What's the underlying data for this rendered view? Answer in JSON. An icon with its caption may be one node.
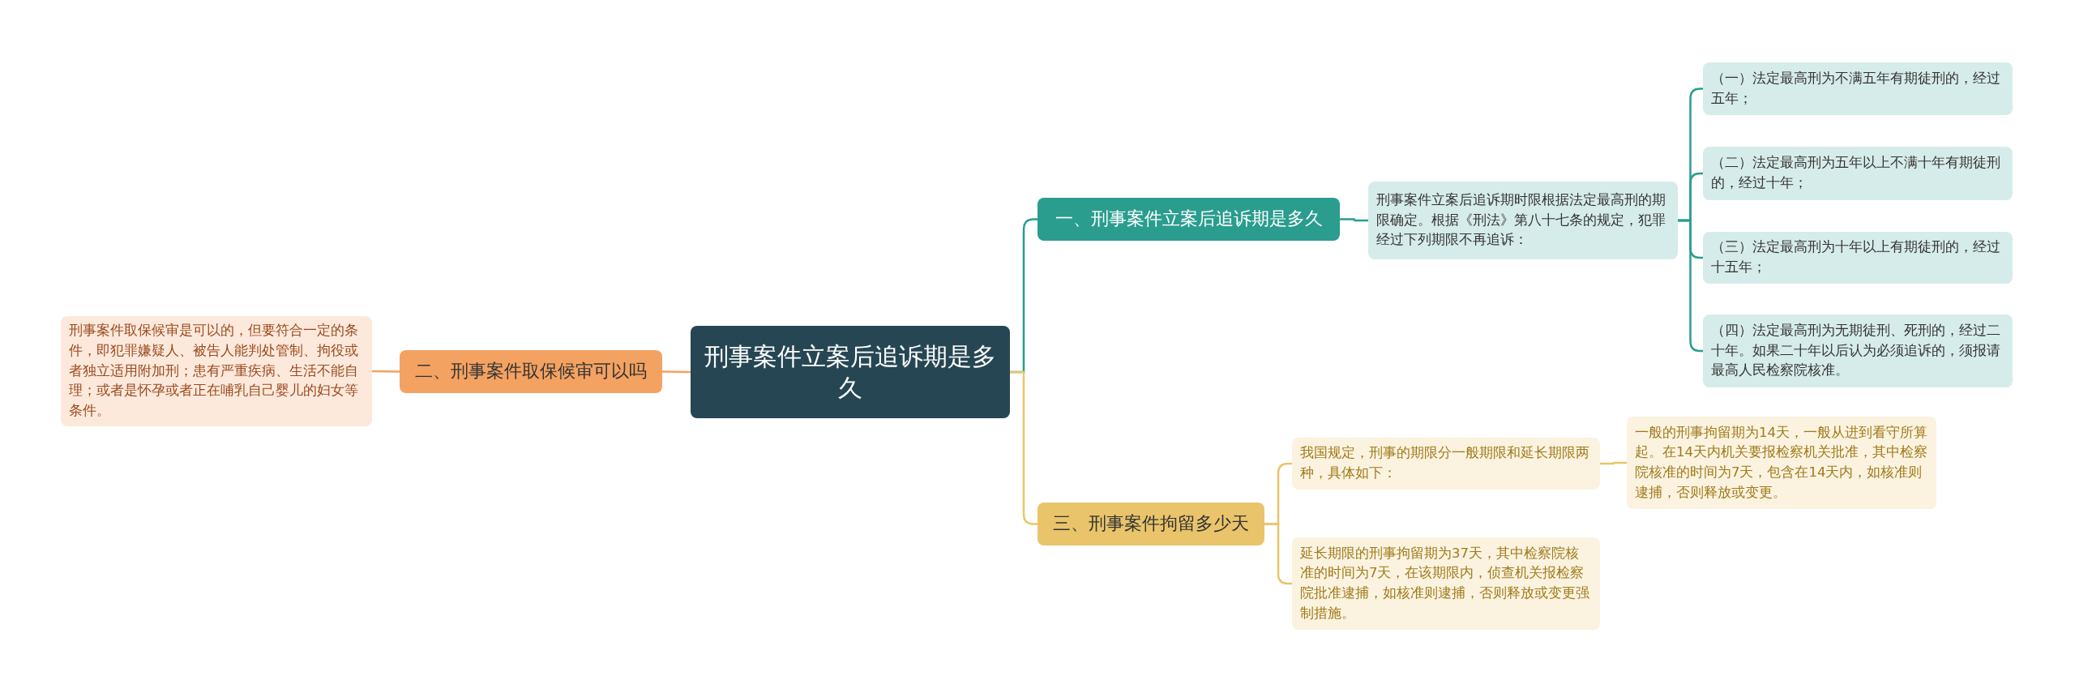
{
  "diagram": {
    "nodes": [
      {
        "text": [
          "刑事案件立案后追诉期是多久"
        ]
      },
      {
        "text": [
          "一、刑事案件立案后追诉期是多久"
        ]
      },
      {
        "text": [
          "刑事案件立案后追诉期时限根据法定最高刑的期限确定。根据《刑法》第八十七条的规定，犯罪经过下列期限不再追诉："
        ]
      },
      {
        "text": [
          "（一）法定最高刑为不满五年有期徒刑的，经过五年；"
        ]
      },
      {
        "text": [
          "（二）法定最高刑为五年以上不满十年有期徒刑的，经过十年；"
        ]
      },
      {
        "text": [
          "（三）法定最高刑为十年以上有期徒刑的，经过十五年；"
        ]
      },
      {
        "text": [
          "（四）法定最高刑为无期徒刑、死刑的，经过二十年。如果二十年以后认为必须追诉的，须报请最高人民检察院核准。"
        ]
      },
      {
        "text": [
          "二、刑事案件取保候审可以吗"
        ]
      },
      {
        "text": [
          "刑事案件取保候审是可以的，但要符合一定的条件，即犯罪嫌疑人、被告人能判处管制、拘役或者独立适用附加刑；患有严重疾病、生活不能自理；或者是怀孕或者正在哺乳自己婴儿的妇女等条件。"
        ]
      },
      {
        "text": [
          "三、刑事案件拘留多少天"
        ]
      },
      {
        "text": [
          "我国规定，刑事的期限分一般期限和延长期限两种，具体如下："
        ]
      },
      {
        "text": [
          "一般的刑事拘留期为14天，一般从进到看守所算起。在14天内机关要报检察机关批准，其中检察院核准的时间为7天，包含在14天内，如核准则逮捕，否则释放或变更。"
        ]
      },
      {
        "text": [
          "延长期限的刑事拘留期为37天，其中检察院核准的时间为7天，在该期限内，侦查机关报检察院批准逮捕，如核准则逮捕，否则释放或变更强制措施。"
        ]
      }
    ],
    "edges": [
      {
        "from": 0,
        "to": 1,
        "arrow": "none"
      },
      {
        "from": 1,
        "to": 2,
        "arrow": "none"
      },
      {
        "from": 2,
        "to": 3,
        "arrow": "none"
      },
      {
        "from": 2,
        "to": 4,
        "arrow": "none"
      },
      {
        "from": 2,
        "to": 5,
        "arrow": "none"
      },
      {
        "from": 2,
        "to": 6,
        "arrow": "none"
      },
      {
        "from": 0,
        "to": 7,
        "arrow": "none",
        "color": "#f4a261"
      },
      {
        "from": 7,
        "to": 8,
        "arrow": "none",
        "color": "#f4a261"
      },
      {
        "from": 0,
        "to": 9,
        "arrow": "none",
        "color": "#e9c46a"
      },
      {
        "from": 9,
        "to": 10,
        "arrow": "none",
        "color": "#e9c46a"
      },
      {
        "from": 10,
        "to": 11,
        "arrow": "none",
        "color": "#e9c46a"
      },
      {
        "from": 9,
        "to": 12,
        "arrow": "none",
        "color": "#e9c46a"
      }
    ]
  }
}
